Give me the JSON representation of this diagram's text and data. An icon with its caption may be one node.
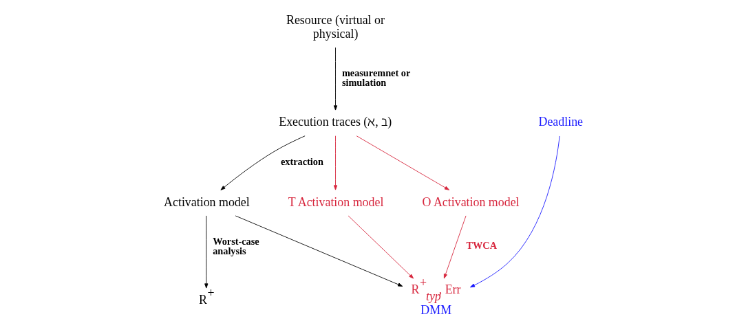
{
  "diagram": {
    "nodes": [
      {
        "text": [
          "Resource (virtual or physical)"
        ]
      },
      {
        "text": [
          "Execution traces (ℵ, ℶ)"
        ]
      },
      {
        "text": [
          "Deadline"
        ]
      },
      {
        "text": [
          "Activation model"
        ]
      },
      {
        "text": [
          "T Activation model"
        ]
      },
      {
        "text": [
          "O Activation model"
        ]
      },
      {
        "text": [
          "R$^{+}$"
        ]
      },
      {
        "text": [
          "R$^{+}$$_{typ}$, Err",
          "DMM"
        ]
      }
    ],
    "edges": [
      {
        "from": 0,
        "to": 1,
        "arrow": "to",
        "label": "measuremnet or simulation"
      },
      {
        "from": 1,
        "to": 3,
        "arrow": "to",
        "label": "extraction"
      },
      {
        "from": 1,
        "to": 4,
        "arrow": "to",
        "color": "#d7263d"
      },
      {
        "from": 1,
        "to": 5,
        "arrow": "to",
        "color": "#d7263d"
      },
      {
        "from": 3,
        "to": 6,
        "arrow": "to",
        "label": "Worst-case analysis"
      },
      {
        "from": 3,
        "to": 7,
        "arrow": "to"
      },
      {
        "from": 4,
        "to": 7,
        "arrow": "to",
        "color": "#d7263d"
      },
      {
        "from": 5,
        "to": 7,
        "arrow": "to",
        "color": "#d7263d",
        "label": "TWCA"
      },
      {
        "from": 2,
        "to": 7,
        "arrow": "to",
        "color": "#1a1aff"
      }
    ]
  }
}
